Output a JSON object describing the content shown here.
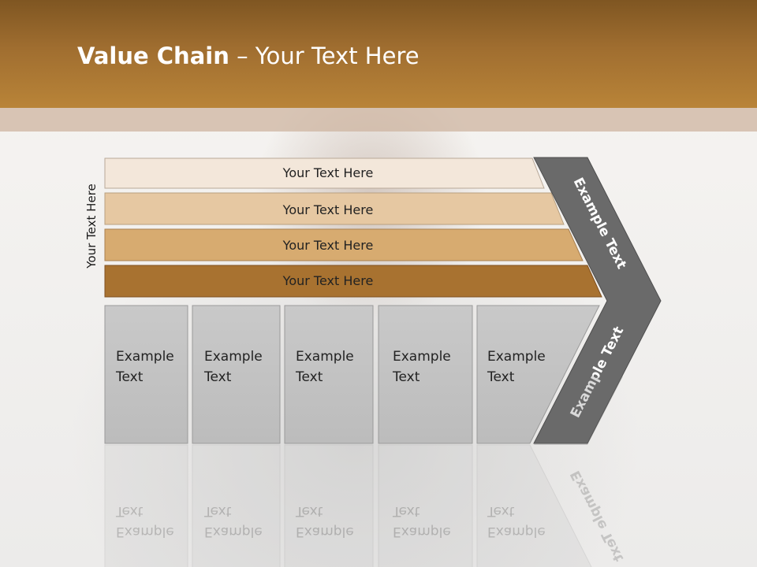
{
  "title": {
    "bold": "Value Chain",
    "rest": " – Your Text Here"
  },
  "side_label": "Your Text Here",
  "rows": [
    "Your Text Here",
    "Your Text Here",
    "Your Text Here",
    "Your Text Here"
  ],
  "boxes": [
    [
      "Example",
      "Text"
    ],
    [
      "Example",
      "Text"
    ],
    [
      "Example",
      "Text"
    ],
    [
      "Example",
      "Text"
    ],
    [
      "Example",
      "Text"
    ]
  ],
  "chevron_top": "Example Text",
  "chevron_bottom": "Example Text",
  "colors": {
    "header": "#a06e30",
    "row1": "#f3e7da",
    "row2": "#e6c8a2",
    "row3": "#d7ab70",
    "row4": "#a87230",
    "box": "#c3c3c3",
    "chevron": "#6a6a6a"
  }
}
